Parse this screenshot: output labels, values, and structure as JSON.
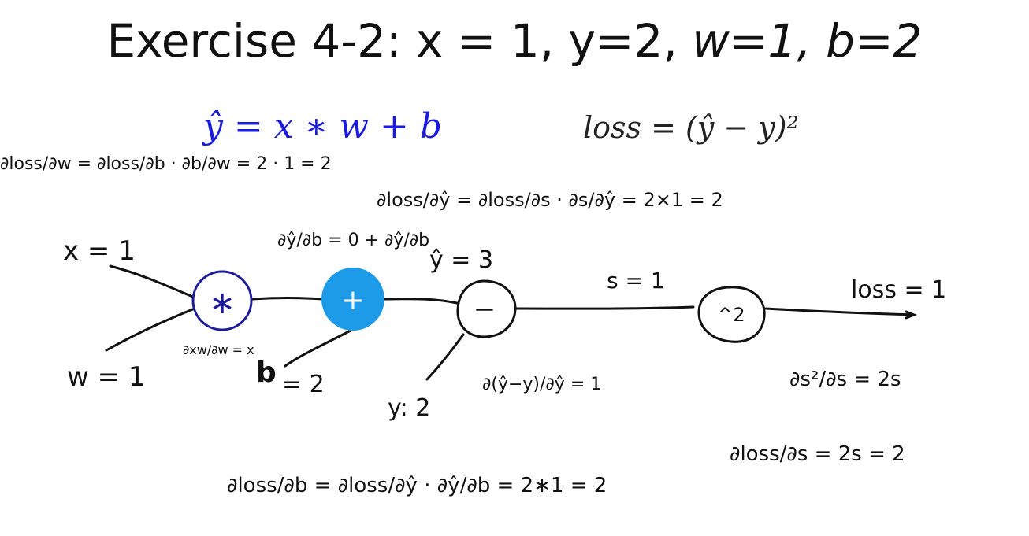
{
  "slide": {
    "title_main": "Exercise 4-2: x = 1, y=2, ",
    "title_italic": "w=1, b=2",
    "eq_yhat": "ŷ = x ∗ w + b",
    "eq_loss": "loss = (ŷ − y)²"
  },
  "graph": {
    "nodes": {
      "mul_symbol": "∗",
      "add_symbol": "+",
      "sub_symbol": "−",
      "sq_symbol": "^2"
    },
    "inputs": {
      "x_label": "x = 1",
      "w_label": "w = 1",
      "b_letter": "b",
      "b_value": "= 2",
      "y_label": "y: 2"
    },
    "edge_labels": {
      "yhat": "ŷ = 3",
      "s": "s = 1",
      "loss": "loss = 1"
    }
  },
  "annotations": {
    "dloss_dw": "∂loss/∂w = ∂loss/∂b · ∂b/∂w = 2 · 1 = 2",
    "dloss_dyhat": "∂loss/∂ŷ = ∂loss/∂s · ∂s/∂ŷ = 2×1 = 2",
    "dyhat_db": "∂ŷ/∂b = 0 + ∂ŷ/∂b",
    "dxw_dw": "∂xw/∂w = x",
    "dyhat_minus_y": "∂(ŷ−y)/∂ŷ = 1",
    "ds2_ds": "∂s²/∂s = 2s",
    "dloss_ds": "∂loss/∂s = 2s = 2",
    "dloss_db": "∂loss/∂b = ∂loss/∂ŷ · ∂ŷ/∂b = 2∗1 = 2"
  },
  "colors": {
    "blue_eq": "#1a1adc",
    "mul_node_stroke": "#1c1c9a",
    "add_node_fill": "#1e9be8",
    "ink": "#111111"
  }
}
